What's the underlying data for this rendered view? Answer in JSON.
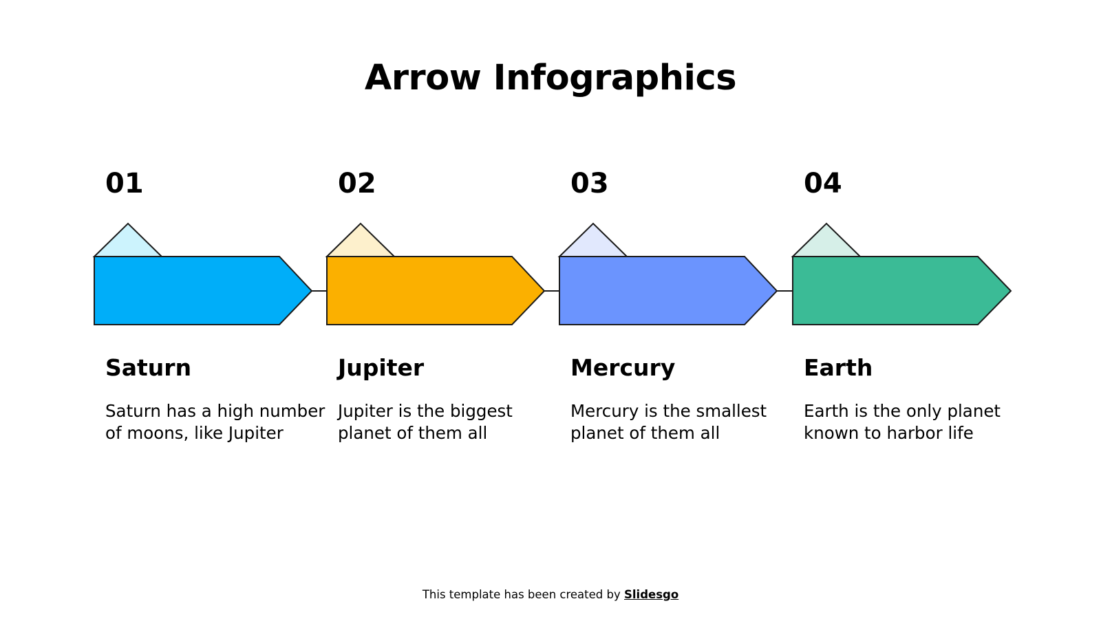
{
  "slide": {
    "title": "Arrow Infographics",
    "steps": [
      {
        "number": "01",
        "name": "Saturn",
        "description": "Saturn has a high number of moons, like Jupiter",
        "color": "#00AEF9",
        "tab_color": "#CCF3FD"
      },
      {
        "number": "02",
        "name": "Jupiter",
        "description": "Jupiter is the biggest planet of them all",
        "color": "#FBB000",
        "tab_color": "#FDF0CC"
      },
      {
        "number": "03",
        "name": "Mercury",
        "description": "Mercury is the smallest planet of them all",
        "color": "#6B94FE",
        "tab_color": "#E1E8FD"
      },
      {
        "number": "04",
        "name": "Earth",
        "description": "Earth is the only planet known to harbor life",
        "color": "#3BBB96",
        "tab_color": "#D6EFE8"
      }
    ],
    "outline_color": "#1A1A1A"
  },
  "footer": {
    "prefix": "This template has been created by ",
    "link_label": "Slidesgo"
  }
}
